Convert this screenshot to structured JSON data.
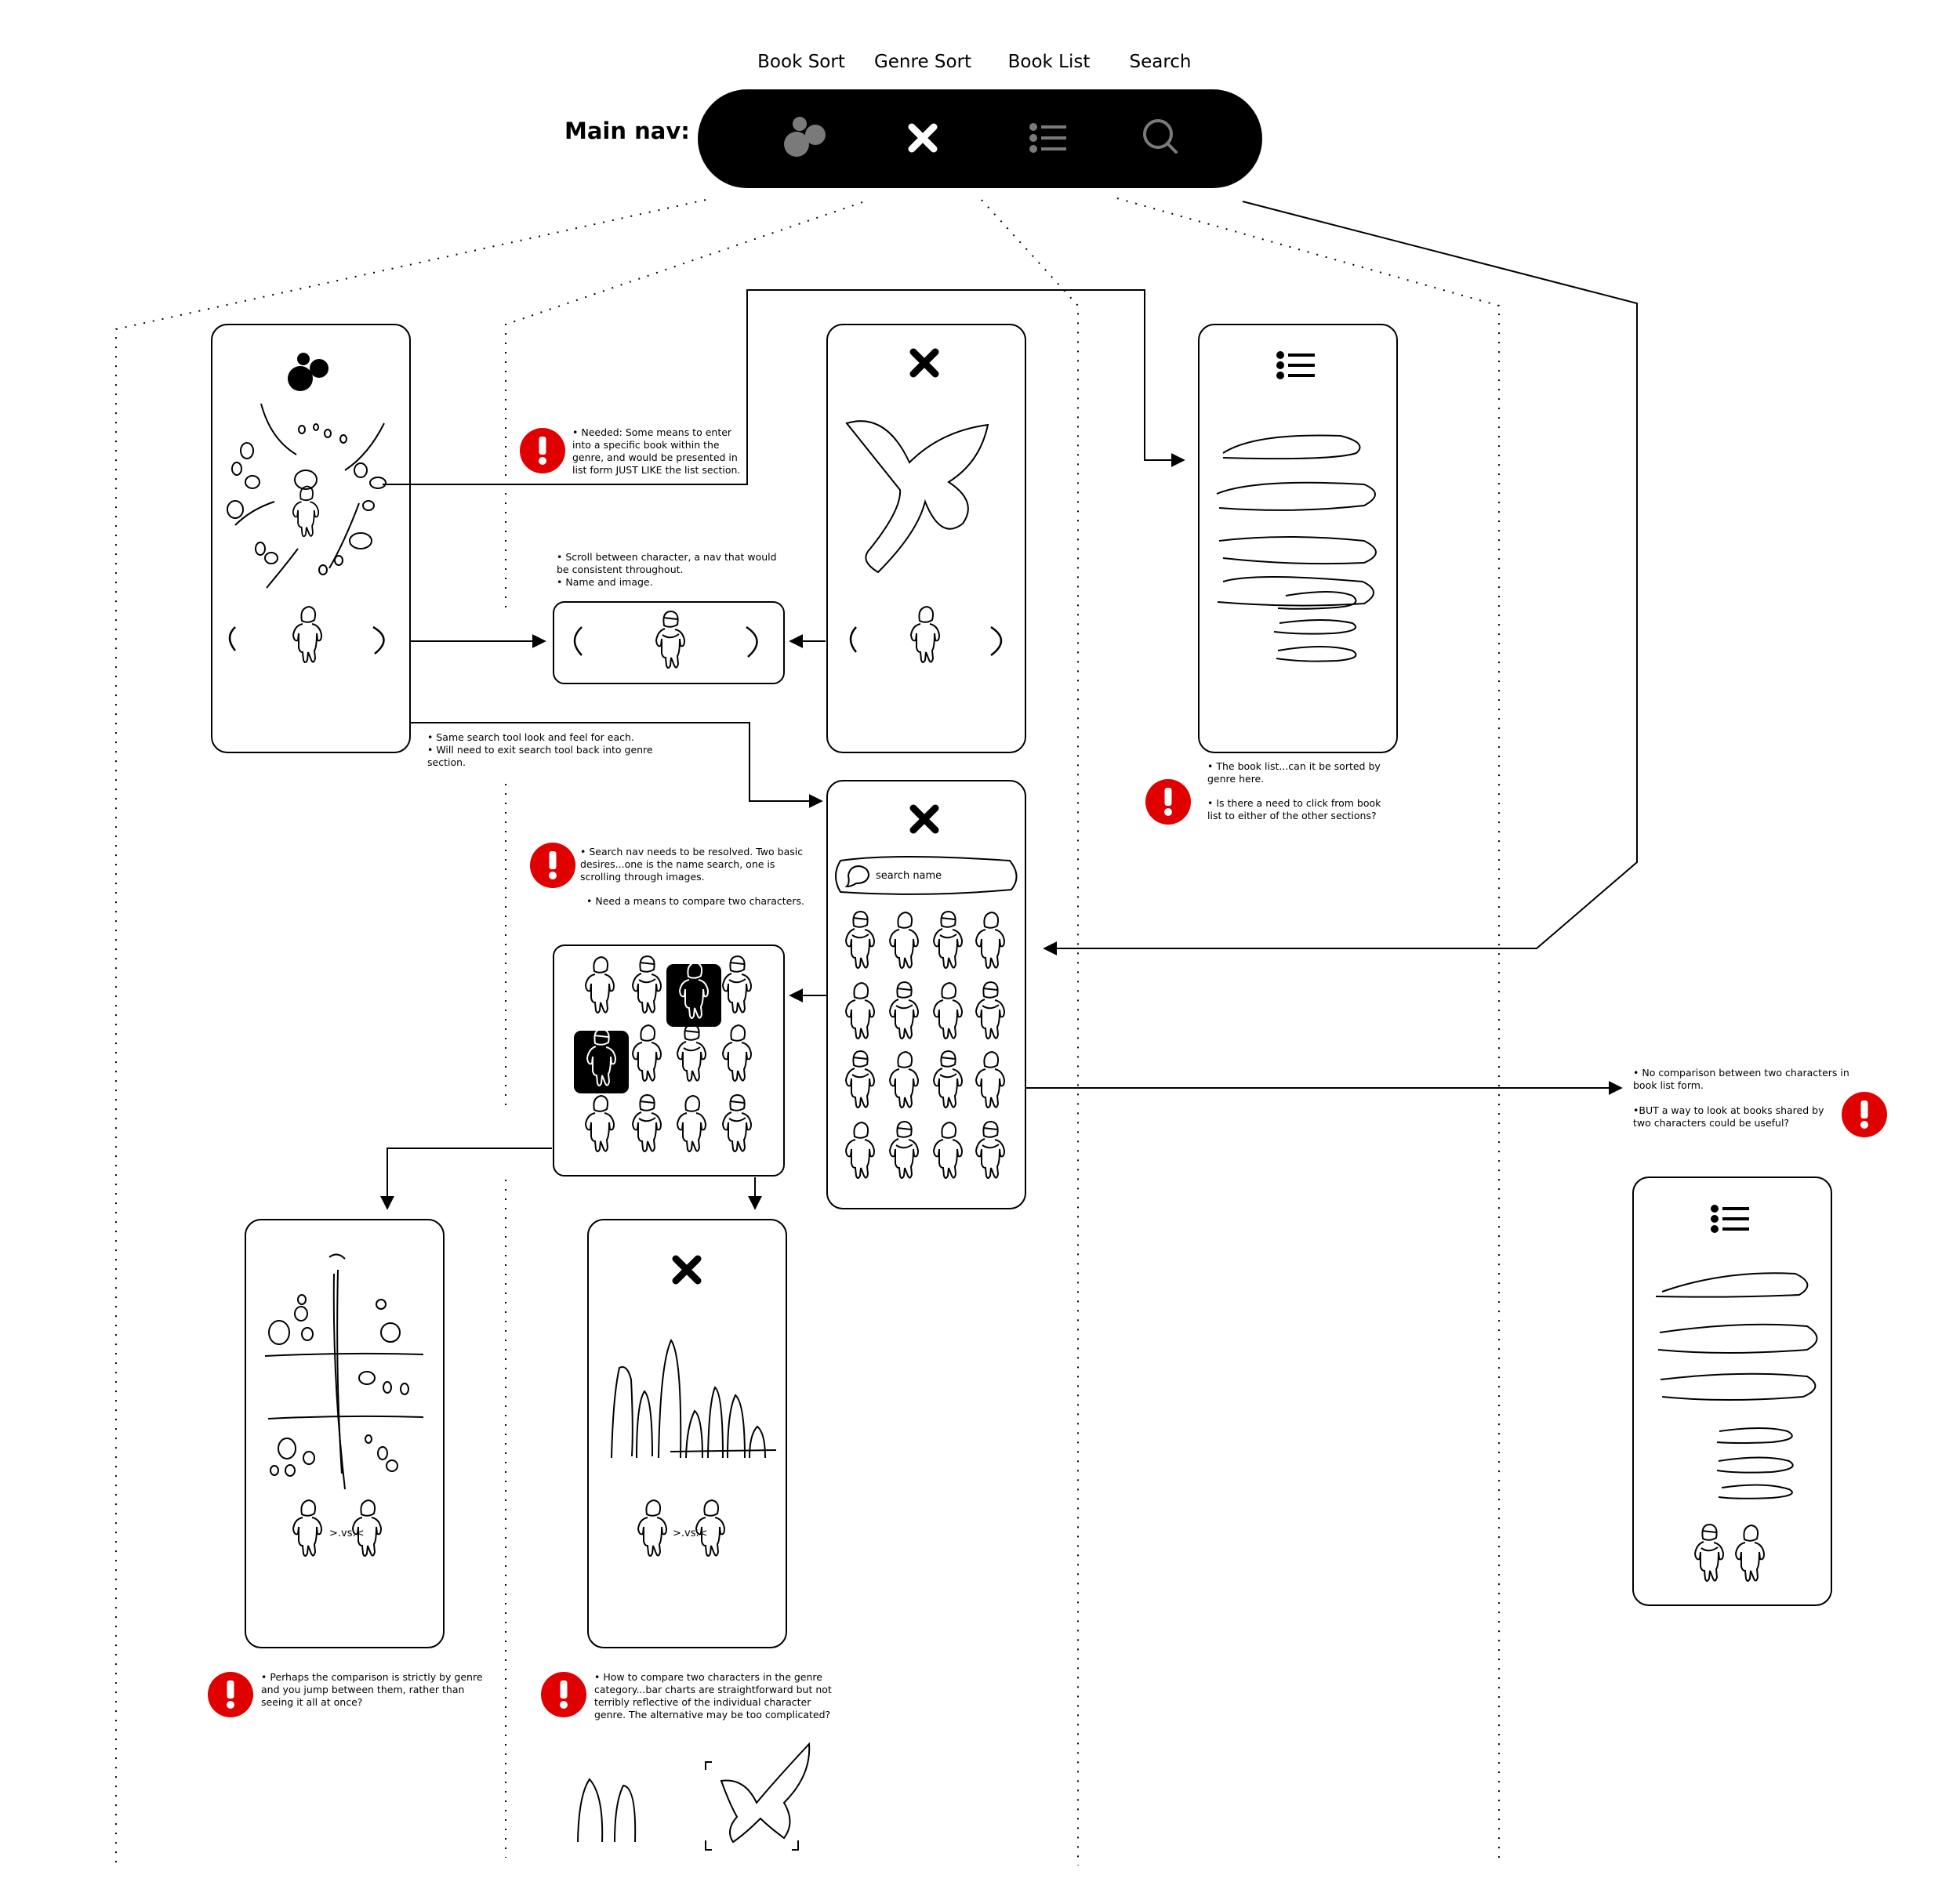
{
  "nav": {
    "title": "Main nav:",
    "tabs": [
      {
        "label": "Book Sort",
        "icon": "bubbles-icon"
      },
      {
        "label": "Genre Sort",
        "icon": "x-icon"
      },
      {
        "label": "Book List",
        "icon": "list-icon"
      },
      {
        "label": "Search",
        "icon": "search-icon"
      }
    ]
  },
  "notes": {
    "book_entry": "• Needed: Some means to enter into a specific book within the genre, and would be presented in list form JUST LIKE the list section.",
    "scroll_nav": "•  Scroll between character, a nav that would be consistent throughout.\n• Name and image.",
    "search_tool": "• Same search tool look and feel for each.\n• Will need to exit search tool back into genre section.",
    "book_list_sort": "• The book list...can it be sorted by genre here.",
    "book_list_click": "• Is there a need to click from book list to either of the other sections?",
    "search_nav_1": "• Search nav needs to be resolved. Two basic desires...one is the name search, one is scrolling through images.",
    "search_nav_2": "• Need a means to compare two characters.",
    "no_comparison": "• No comparison between two characters in book list form.",
    "shared_books": "•BUT a way to look at books shared by two characters could be useful?",
    "compare_genre": "• Perhaps the comparison is strictly by genre and you jump between them, rather than seeing it all at once?",
    "bar_charts": "• How to compare two characters in the genre category...bar charts are straightforward but not terribly reflective of the individual character genre. The alternative may be too complicated?"
  },
  "search": {
    "placeholder": "search name"
  },
  "colors": {
    "alert": "#e00000",
    "ink": "#000000",
    "nav_bg": "#000000",
    "icon_inactive": "#7a7a7a",
    "icon_active": "#ffffff"
  }
}
